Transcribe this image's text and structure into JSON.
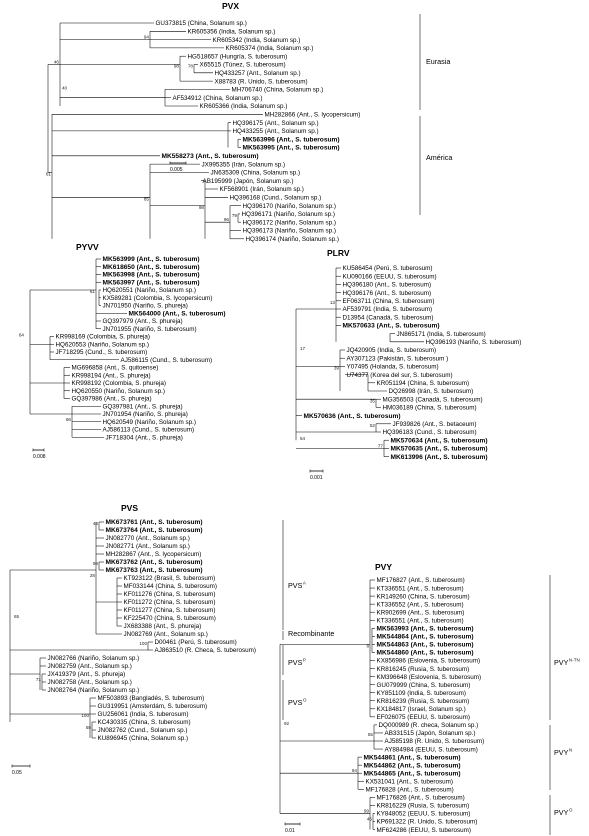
{
  "panels": [
    {
      "id": "pvx",
      "title": "PVX",
      "scale": "0.005",
      "groups": [
        "Eurasia",
        "América"
      ],
      "leaves": [
        {
          "text": "GU373815 (China, Solanum sp.)",
          "bold": false
        },
        {
          "text": "KR605356 (India, Solanum sp.)",
          "bold": false
        },
        {
          "text": "KR605342 (India, Solanum sp.)",
          "bold": false
        },
        {
          "text": "KR605374 (India, Solanum sp.)",
          "bold": false
        },
        {
          "text": "HG518657 (Hungría, S. tuberosum)",
          "bold": false
        },
        {
          "text": "X65515 (Túnez, S. tuberosum)",
          "bold": false
        },
        {
          "text": "HQ433257 (Ant., Solanum sp.)",
          "bold": false
        },
        {
          "text": "X88783 (R. Unido, S. tuberosum)",
          "bold": false
        },
        {
          "text": "MH706740 (China, Solanum sp.)",
          "bold": false
        },
        {
          "text": "AF534912 (China, Solanum sp.)",
          "bold": false
        },
        {
          "text": "KR605366 (India, Solanum sp.)",
          "bold": false
        },
        {
          "text": "MH282866 (Ant., S. lycopersicum)",
          "bold": false
        },
        {
          "text": "HQ396175 (Ant., Solanum sp.)",
          "bold": false
        },
        {
          "text": "HQ433255 (Ant., Solanum sp.)",
          "bold": false
        },
        {
          "text": "MK563996 (Ant., S. tuberosum)",
          "bold": true
        },
        {
          "text": "MK563995 (Ant., S. tuberosum)",
          "bold": true
        },
        {
          "text": "MK558273 (Ant., S. tuberosum)",
          "bold": true
        },
        {
          "text": "JX995355 (Irán, Solanum sp.)",
          "bold": false
        },
        {
          "text": "JN635309 (China, Solanum sp.)",
          "bold": false
        },
        {
          "text": "AB195999 (Japón, Solanum sp.)",
          "bold": false
        },
        {
          "text": "KF568901 (Irán, Solanum sp.)",
          "bold": false
        },
        {
          "text": "HQ396168 (Cund., Solanum sp.)",
          "bold": false
        },
        {
          "text": "HQ396170 (Nariño, Solanum sp.)",
          "bold": false
        },
        {
          "text": "HQ396171 (Nariño, Solanum sp.)",
          "bold": false
        },
        {
          "text": "HQ396172 (Nariño, Solanum sp.)",
          "bold": false
        },
        {
          "text": "HQ396173 (Nariño, Solanum sp.)",
          "bold": false
        },
        {
          "text": "HQ396174 (Nariño, Solanum sp.)",
          "bold": false
        }
      ],
      "bootstraps": [
        "94",
        "99",
        "98",
        "78",
        "46",
        "40",
        "61",
        "85",
        "58",
        "98",
        "79",
        "96",
        "71"
      ]
    },
    {
      "id": "pyvv",
      "title": "PYVV",
      "scale": "0.008",
      "groups": [],
      "leaves": [
        {
          "text": "MK563999 (Ant., S. tuberosum)",
          "bold": true
        },
        {
          "text": "MK618650 (Ant., S. tuberosum)",
          "bold": true
        },
        {
          "text": "MK563998 (Ant., S. tuberosum)",
          "bold": true
        },
        {
          "text": "MK563997 (Ant., S. tuberosum)",
          "bold": true
        },
        {
          "text": "HQ620551 (Nariño, Solanum sp.)",
          "bold": false
        },
        {
          "text": "KX589281 (Colombia, S. lycopersicum)",
          "bold": false
        },
        {
          "text": "JN701950 (Nariño, S. phureja)",
          "bold": false
        },
        {
          "text": "MK564000 (Ant., S. tuberosum)",
          "bold": true
        },
        {
          "text": "GQ397979 (Ant., S. phureja)",
          "bold": false
        },
        {
          "text": "JN701955 (Nariño, S. tuberosum)",
          "bold": false
        },
        {
          "text": "KR998169 (Colombia, S. phureja)",
          "bold": false
        },
        {
          "text": "HQ620553 (Nariño, Solanum sp.)",
          "bold": false
        },
        {
          "text": "JF718295 (Cund., S. tuberosum)",
          "bold": false
        },
        {
          "text": "AJ586115 (Cund., S. tuberosum)",
          "bold": false
        },
        {
          "text": "MG696858 (Ant., S. quitoense)",
          "bold": false
        },
        {
          "text": "KR998194 (Ant., S. phureja)",
          "bold": false
        },
        {
          "text": "KR998192 (Colombia, S. phureja)",
          "bold": false
        },
        {
          "text": "HQ620550 (Nariño, Solanum sp.)",
          "bold": false
        },
        {
          "text": "GQ397986 (Ant., S. phureja)",
          "bold": false
        },
        {
          "text": "GQ397981 (Ant., S. phureja)",
          "bold": false
        },
        {
          "text": "JN701954 (Nariño, S. phureja)",
          "bold": false
        },
        {
          "text": "HQ620549 (Nariño, Solanum sp.)",
          "bold": false
        },
        {
          "text": "AJ586113 (Cund., S. tuberosum)",
          "bold": false
        },
        {
          "text": "JF718304 (Ant., S. phureja)",
          "bold": false
        }
      ],
      "bootstraps": [
        "61",
        "64",
        "66"
      ]
    },
    {
      "id": "plrv",
      "title": "PLRV",
      "scale": "0.001",
      "groups": [],
      "leaves": [
        {
          "text": "KU586454 (Perú, S. tuberosum)",
          "bold": false
        },
        {
          "text": "KU090166 (EEUU, S. tuberosum)",
          "bold": false
        },
        {
          "text": "HQ396180 (Ant., S. tuberosum)",
          "bold": false
        },
        {
          "text": "HQ396176 (Ant., S. tuberosum)",
          "bold": false
        },
        {
          "text": "EF063711 (China, S. tuberosum)",
          "bold": false
        },
        {
          "text": "AF539791 (India, S. tuberosum)",
          "bold": false
        },
        {
          "text": "D13954 (Canadá, S. tuberosum)",
          "bold": false
        },
        {
          "text": "MK570633 (Ant., S. tuberosum)",
          "bold": true
        },
        {
          "text": "JN865171 (India, S. tuberosum)",
          "bold": false
        },
        {
          "text": "HQ396193 (Nariño, S. tuberosum)",
          "bold": false
        },
        {
          "text": "JQ420905 (India, S. tuberosum)",
          "bold": false
        },
        {
          "text": "AY307123 (Pakistán, S. tuberosum )",
          "bold": false
        },
        {
          "text": "Y07495 (Holanda, S. tuberosum)",
          "bold": false
        },
        {
          "text": "U74377 (Korea del sur, S. tuberosum)",
          "bold": false
        },
        {
          "text": "KR051194 (China, S. tuberosum)",
          "bold": false
        },
        {
          "text": "DQ26998 (Irán, S. tuberosum)",
          "bold": false
        },
        {
          "text": "MG356503 (Canadá, S. tuberosum)",
          "bold": false
        },
        {
          "text": "HM036189 (China, S. tuberosum)",
          "bold": false
        },
        {
          "text": "MK570636 (Ant., S. tuberosum)",
          "bold": true
        },
        {
          "text": "JF939826 (Ant., S. betaceum)",
          "bold": false
        },
        {
          "text": "HQ396183 (Cund., S. tuberosum)",
          "bold": false
        },
        {
          "text": "MK570634 (Ant., S. tuberosum)",
          "bold": true
        },
        {
          "text": "MK570635 (Ant., S. tuberosum)",
          "bold": true
        },
        {
          "text": "MK613996 (Ant., S. tuberosum)",
          "bold": true
        }
      ],
      "bootstraps": [
        "13",
        "17",
        "8",
        "39",
        "35",
        "52",
        "54",
        "77"
      ]
    },
    {
      "id": "pvs",
      "title": "PVS",
      "scale": "0.05",
      "groups": [
        "PVS",
        "Recombinante",
        "PVS",
        "PVS"
      ],
      "group_sups": [
        "A",
        "",
        "P",
        "O"
      ],
      "leaves": [
        {
          "text": "MK673761 (Ant., S. tuberosum)",
          "bold": true
        },
        {
          "text": "MK673764 (Ant., S. tuberosum)",
          "bold": true
        },
        {
          "text": "JN082770 (Ant., Solanum sp.)",
          "bold": false
        },
        {
          "text": "JN082771 (Ant., Solanum sp.)",
          "bold": false
        },
        {
          "text": "MH282867 (Ant., S. lycopersicum)",
          "bold": false
        },
        {
          "text": "MK673762 (Ant., S. tuberosum)",
          "bold": true
        },
        {
          "text": "MK673763 (Ant., S. tuberosum)",
          "bold": true
        },
        {
          "text": "KT923122 (Brasil, S. tuberosum)",
          "bold": false
        },
        {
          "text": "MF033144 (China, S. tuberosum)",
          "bold": false
        },
        {
          "text": "KF011276 (China, S. tuberosum)",
          "bold": false
        },
        {
          "text": "KF011272 (China, S. tuberosum)",
          "bold": false
        },
        {
          "text": "KF011277 (China, S. tuberosum)",
          "bold": false
        },
        {
          "text": "KF225470 (China, S. tuberosum)",
          "bold": false
        },
        {
          "text": "JX683388 (Ant., S. phureja)",
          "bold": false
        },
        {
          "text": "JN082769 (Ant., Solanum sp.)",
          "bold": false
        },
        {
          "text": "D00461 (Perú, S. tuberosum)",
          "bold": false
        },
        {
          "text": "AJ863510 (R. Checa, S. tuberosum)",
          "bold": false
        },
        {
          "text": "JN082766 (Nariño, Solanum sp.)",
          "bold": false
        },
        {
          "text": "JN082759 (Ant., Solanum sp.)",
          "bold": false
        },
        {
          "text": "JX419379 (Ant., S. phureja)",
          "bold": false
        },
        {
          "text": "JN082758 (Ant., Solanum sp.)",
          "bold": false
        },
        {
          "text": "JN082764 (Nariño, Solanum sp.)",
          "bold": false
        },
        {
          "text": "MF503893 (Bangladés, S. tuberosum)",
          "bold": false
        },
        {
          "text": "GU319951 (Amsterdám, S. tuberosum)",
          "bold": false
        },
        {
          "text": "GU256061 (India, S. tuberosum)",
          "bold": false
        },
        {
          "text": "KC430335 (China, S. tuberosum)",
          "bold": false
        },
        {
          "text": "JN082762 (Cund., Solanum sp.)",
          "bold": false
        },
        {
          "text": "KU896945 (China, Solanum sp.)",
          "bold": false
        }
      ],
      "bootstraps": [
        "46",
        "95",
        "28",
        "68",
        "98",
        "40",
        "37",
        "65",
        "63",
        "100",
        "99",
        "71",
        "100",
        "91",
        "54",
        "58",
        "64"
      ]
    },
    {
      "id": "pvy",
      "title": "PVY",
      "scale": "0.01",
      "groups": [
        "PVY",
        "PVY",
        "PVY"
      ],
      "group_sups": [
        "N-TN",
        "N",
        "O"
      ],
      "leaves": [
        {
          "text": "MF176827 (Ant., S. tuberosum)",
          "bold": false
        },
        {
          "text": "KT336551 (Ant., S. tuberosum)",
          "bold": false
        },
        {
          "text": "KR149260 (China, S. tuberosum)",
          "bold": false
        },
        {
          "text": "KT336552 (Ant., S. tuberosum)",
          "bold": false
        },
        {
          "text": "KR902699 (Ant., S. tuberosum)",
          "bold": false
        },
        {
          "text": "KT336551 (Ant., S. tuberosum)",
          "bold": false
        },
        {
          "text": "MK563993 (Ant., S. tuberosum)",
          "bold": true
        },
        {
          "text": "MK544864 (Ant., S. tuberosum)",
          "bold": true
        },
        {
          "text": "MK544863 (Ant., S. tuberosum)",
          "bold": true
        },
        {
          "text": "MK544860 (Ant., S. tuberosum)",
          "bold": true
        },
        {
          "text": "KX856986 (Eslovenia, S. tuberosum)",
          "bold": false
        },
        {
          "text": "KR816245 (Rusia, S. tuberosum)",
          "bold": false
        },
        {
          "text": "KM396648 (Eslovenia, S. tuberosum)",
          "bold": false
        },
        {
          "text": "GU079999 (China, S. tuberosum)",
          "bold": false
        },
        {
          "text": "KY851109 (India, S. tuberosum)",
          "bold": false
        },
        {
          "text": "KR816239 (Rusia, S. tuberosum)",
          "bold": false
        },
        {
          "text": "KX184817 (Israel, Solanum sp.)",
          "bold": false
        },
        {
          "text": "EF026075 (EEUU, S. tuberosum)",
          "bold": false
        },
        {
          "text": "DQ000989 (R. checa, Solanum sp.)",
          "bold": false
        },
        {
          "text": "AB331515 (Japón, Solanum sp.)",
          "bold": false
        },
        {
          "text": "AJ585198 (R. Unido, S. tuberosum)",
          "bold": false
        },
        {
          "text": "AY884984 (EEUU, S. tuberosum)",
          "bold": false
        },
        {
          "text": "MK544861 (Ant., S. tuberosum)",
          "bold": true
        },
        {
          "text": "MK544862 (Ant., S. tuberosum)",
          "bold": true
        },
        {
          "text": "MK544865 (Ant., S. tuberosum)",
          "bold": true
        },
        {
          "text": "KX531041 (Ant., S. tuberosum)",
          "bold": false
        },
        {
          "text": "MF176828 (Ant., S. tuberosum)",
          "bold": false
        },
        {
          "text": "MF176826 (Ant., S. tuberosum)",
          "bold": false
        },
        {
          "text": "KR816229 (Rusia, S. tuberosum)",
          "bold": false
        },
        {
          "text": "KY848052 (EEUU, S. tuberosum)",
          "bold": false
        },
        {
          "text": "KP691322 (R. Unido, S. tuberosum)",
          "bold": false
        },
        {
          "text": "MF624286 (EEUU, S. tuberosum)",
          "bold": false
        }
      ],
      "bootstraps": [
        "8",
        "92",
        "55",
        "94",
        "95",
        "99",
        "46"
      ]
    }
  ]
}
